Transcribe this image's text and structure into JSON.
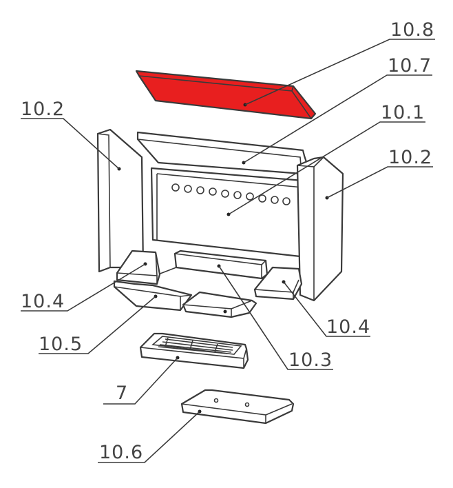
{
  "callouts": [
    {
      "id": "10.8",
      "label": "10.8"
    },
    {
      "id": "10.7",
      "label": "10.7"
    },
    {
      "id": "10.2-left",
      "label": "10.2"
    },
    {
      "id": "10.1",
      "label": "10.1"
    },
    {
      "id": "10.2-right",
      "label": "10.2"
    },
    {
      "id": "10.4-left",
      "label": "10.4"
    },
    {
      "id": "10.4-right",
      "label": "10.4"
    },
    {
      "id": "10.5",
      "label": "10.5"
    },
    {
      "id": "10.3",
      "label": "10.3"
    },
    {
      "id": "7",
      "label": "7"
    },
    {
      "id": "10.6",
      "label": "10.6"
    }
  ],
  "colors": {
    "highlight": "#e81f1f",
    "line": "#3a3a3a",
    "label": "#444444",
    "background": "#ffffff"
  }
}
